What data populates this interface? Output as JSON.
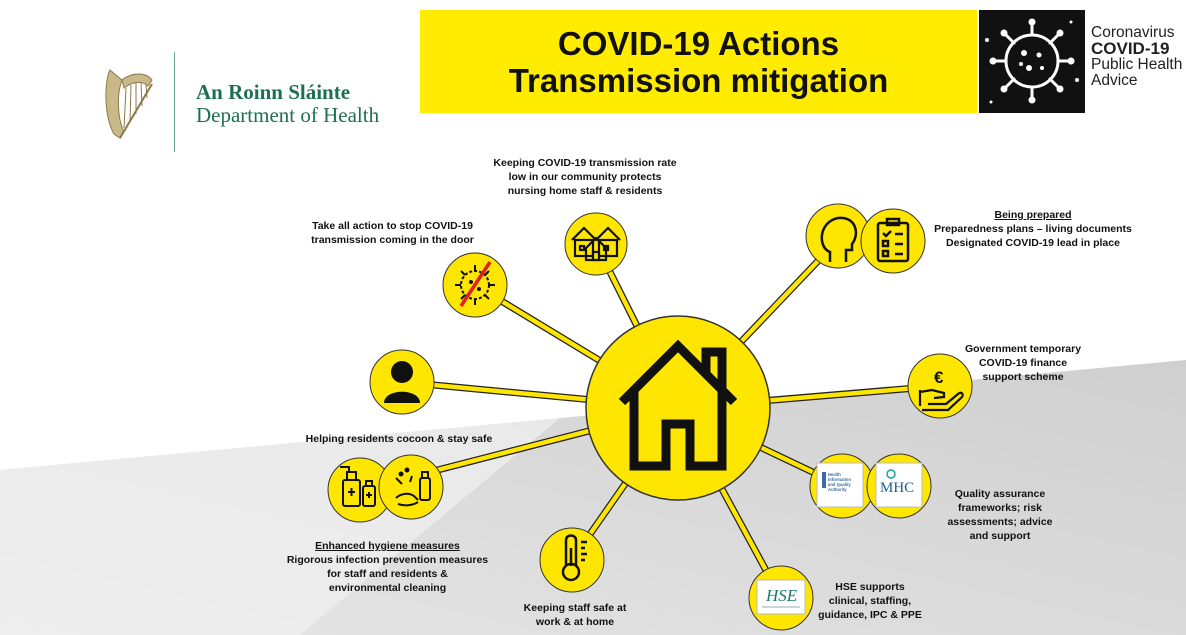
{
  "header": {
    "dept_irish": "An Roinn Sláinte",
    "dept_english": "Department of Health",
    "title_line1": "COVID-19 Actions",
    "title_line2": "Transmission mitigation",
    "brand_line1": "Coronavirus",
    "brand_line2": "COVID-19",
    "brand_line3": "Public Health",
    "brand_line4": "Advice"
  },
  "colors": {
    "yellow": "#ffec00",
    "node": "#ffe600",
    "line": "#e8d400",
    "dept_green": "#1d6e55",
    "gray_bg": "#dcdcdc"
  },
  "spokes": {
    "community": {
      "icon": "houses-icon",
      "l1": "Keeping COVID-19 transmission rate",
      "l2": "low in our community protects",
      "l3": "nursing home staff & residents"
    },
    "door": {
      "icon": "no-virus-icon",
      "l1": "Take all action to stop COVID-19",
      "l2": "transmission coming in the door"
    },
    "prepared": {
      "icon": "head-checklist-icon",
      "heading": "Being prepared",
      "l1": "Preparedness plans – living documents",
      "l2": "Designated COVID-19 lead in place"
    },
    "finance": {
      "icon": "euro-hand-icon",
      "l1": "Government temporary",
      "l2": "COVID-19 finance",
      "l3": "support scheme"
    },
    "cocoon": {
      "icon": "person-icon",
      "l1": "Helping residents cocoon & stay safe"
    },
    "hygiene": {
      "icon": "sanitiser-icon",
      "heading": "Enhanced hygiene measures",
      "l1": "Rigorous infection prevention measures",
      "l2": "for staff and residents &",
      "l3": "environmental cleaning"
    },
    "quality": {
      "icon": "agency-logos-icon",
      "logo1": "Health Information and Quality Authority",
      "logo2": "MHC",
      "l1": "Quality assurance",
      "l2": "frameworks; risk",
      "l3": "assessments; advice",
      "l4": "and support"
    },
    "staff": {
      "icon": "thermometer-icon",
      "l1": "Keeping staff safe at",
      "l2": "work & at home"
    },
    "hse": {
      "icon": "hse-logo-icon",
      "logo": "HSE",
      "l1": "HSE supports",
      "l2": "clinical, staffing,",
      "l3": "guidance, IPC & PPE"
    }
  }
}
